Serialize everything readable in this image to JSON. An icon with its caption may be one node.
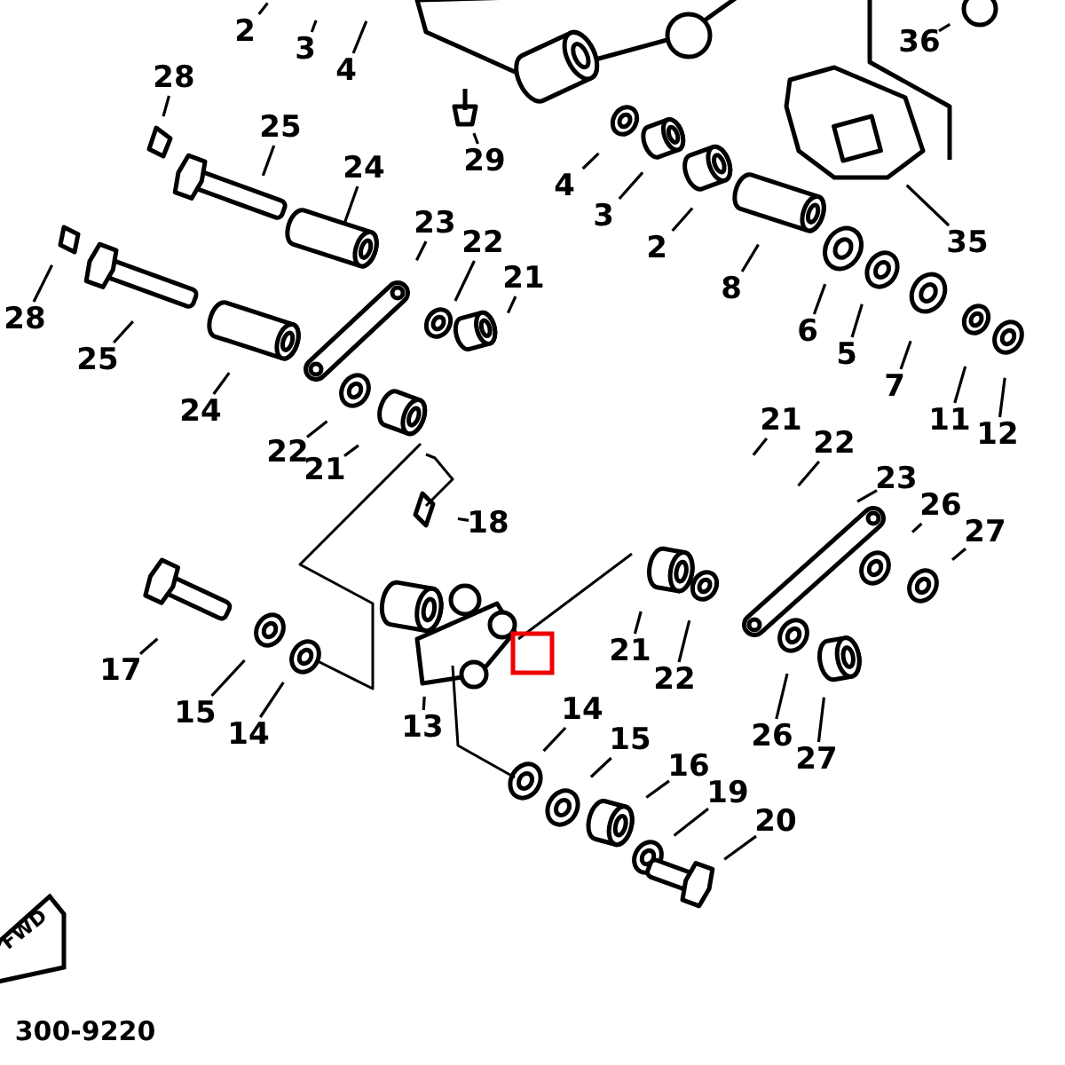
{
  "diagram": {
    "nodes": [
      {
        "text": [
          "2"
        ]
      },
      {
        "text": [
          "3"
        ]
      },
      {
        "text": [
          "4"
        ]
      },
      {
        "text": [
          "36"
        ]
      },
      {
        "text": [
          "28"
        ]
      },
      {
        "text": [
          "25"
        ]
      },
      {
        "text": [
          "24"
        ]
      },
      {
        "text": [
          "29"
        ]
      },
      {
        "text": [
          "4"
        ]
      },
      {
        "text": [
          "3"
        ]
      },
      {
        "text": [
          "2"
        ]
      },
      {
        "text": [
          "35"
        ]
      },
      {
        "text": [
          "8"
        ]
      },
      {
        "text": [
          "6"
        ]
      },
      {
        "text": [
          "5"
        ]
      },
      {
        "text": [
          "7"
        ]
      },
      {
        "text": [
          "11"
        ]
      },
      {
        "text": [
          "12"
        ]
      },
      {
        "text": [
          "23"
        ]
      },
      {
        "text": [
          "22"
        ]
      },
      {
        "text": [
          "21"
        ]
      },
      {
        "text": [
          "28"
        ]
      },
      {
        "text": [
          "25"
        ]
      },
      {
        "text": [
          "24"
        ]
      },
      {
        "text": [
          "22"
        ]
      },
      {
        "text": [
          "21"
        ]
      },
      {
        "text": [
          "18"
        ]
      },
      {
        "text": [
          "21"
        ]
      },
      {
        "text": [
          "22"
        ]
      },
      {
        "text": [
          "23"
        ]
      },
      {
        "text": [
          "26"
        ]
      },
      {
        "text": [
          "27"
        ]
      },
      {
        "text": [
          "17"
        ]
      },
      {
        "text": [
          "15"
        ]
      },
      {
        "text": [
          "14"
        ]
      },
      {
        "text": [
          "13"
        ]
      },
      {
        "text": [
          "21"
        ]
      },
      {
        "text": [
          "22"
        ]
      },
      {
        "text": [
          "26"
        ]
      },
      {
        "text": [
          "27"
        ]
      },
      {
        "text": [
          "14"
        ]
      },
      {
        "text": [
          "15"
        ]
      },
      {
        "text": [
          "16"
        ]
      },
      {
        "text": [
          "19"
        ]
      },
      {
        "text": [
          "20"
        ]
      }
    ],
    "edges": [
      {
        "from": 0,
        "to": null,
        "arrow": "none"
      },
      {
        "from": 1,
        "to": null,
        "arrow": "none"
      },
      {
        "from": 2,
        "to": null,
        "arrow": "none"
      },
      {
        "from": 3,
        "to": null,
        "arrow": "none"
      },
      {
        "from": 4,
        "to": null,
        "arrow": "none"
      },
      {
        "from": 5,
        "to": null,
        "arrow": "none"
      },
      {
        "from": 6,
        "to": null,
        "arrow": "none"
      },
      {
        "from": 7,
        "to": null,
        "arrow": "none"
      },
      {
        "from": 8,
        "to": null,
        "arrow": "none"
      },
      {
        "from": 9,
        "to": null,
        "arrow": "none"
      },
      {
        "from": 10,
        "to": null,
        "arrow": "none"
      },
      {
        "from": 11,
        "to": null,
        "arrow": "none"
      },
      {
        "from": 12,
        "to": null,
        "arrow": "none"
      },
      {
        "from": 13,
        "to": null,
        "arrow": "none"
      },
      {
        "from": 14,
        "to": null,
        "arrow": "none"
      },
      {
        "from": 15,
        "to": null,
        "arrow": "none"
      },
      {
        "from": 16,
        "to": null,
        "arrow": "none"
      },
      {
        "from": 17,
        "to": null,
        "arrow": "none"
      },
      {
        "from": 18,
        "to": null,
        "arrow": "none"
      },
      {
        "from": 19,
        "to": null,
        "arrow": "none"
      },
      {
        "from": 20,
        "to": null,
        "arrow": "none"
      },
      {
        "from": 21,
        "to": null,
        "arrow": "none"
      },
      {
        "from": 22,
        "to": null,
        "arrow": "none"
      },
      {
        "from": 23,
        "to": null,
        "arrow": "none"
      },
      {
        "from": 24,
        "to": null,
        "arrow": "none"
      },
      {
        "from": 25,
        "to": null,
        "arrow": "none"
      },
      {
        "from": 26,
        "to": null,
        "arrow": "none"
      },
      {
        "from": 27,
        "to": null,
        "arrow": "none"
      },
      {
        "from": 28,
        "to": null,
        "arrow": "none"
      },
      {
        "from": 29,
        "to": null,
        "arrow": "none"
      },
      {
        "from": 30,
        "to": null,
        "arrow": "none"
      },
      {
        "from": 31,
        "to": null,
        "arrow": "none"
      },
      {
        "from": 32,
        "to": null,
        "arrow": "none"
      },
      {
        "from": 33,
        "to": null,
        "arrow": "none"
      },
      {
        "from": 34,
        "to": null,
        "arrow": "none"
      },
      {
        "from": 35,
        "to": null,
        "arrow": "none"
      },
      {
        "from": 36,
        "to": null,
        "arrow": "none"
      },
      {
        "from": 37,
        "to": null,
        "arrow": "none"
      },
      {
        "from": 38,
        "to": null,
        "arrow": "none"
      },
      {
        "from": 39,
        "to": null,
        "arrow": "none"
      },
      {
        "from": 40,
        "to": null,
        "arrow": "none"
      },
      {
        "from": 41,
        "to": null,
        "arrow": "none"
      },
      {
        "from": 42,
        "to": null,
        "arrow": "none"
      },
      {
        "from": 43,
        "to": null,
        "arrow": "none"
      },
      {
        "from": 44,
        "to": null,
        "arrow": "none"
      }
    ],
    "labels": [
      "FWD",
      "300-9220"
    ]
  }
}
